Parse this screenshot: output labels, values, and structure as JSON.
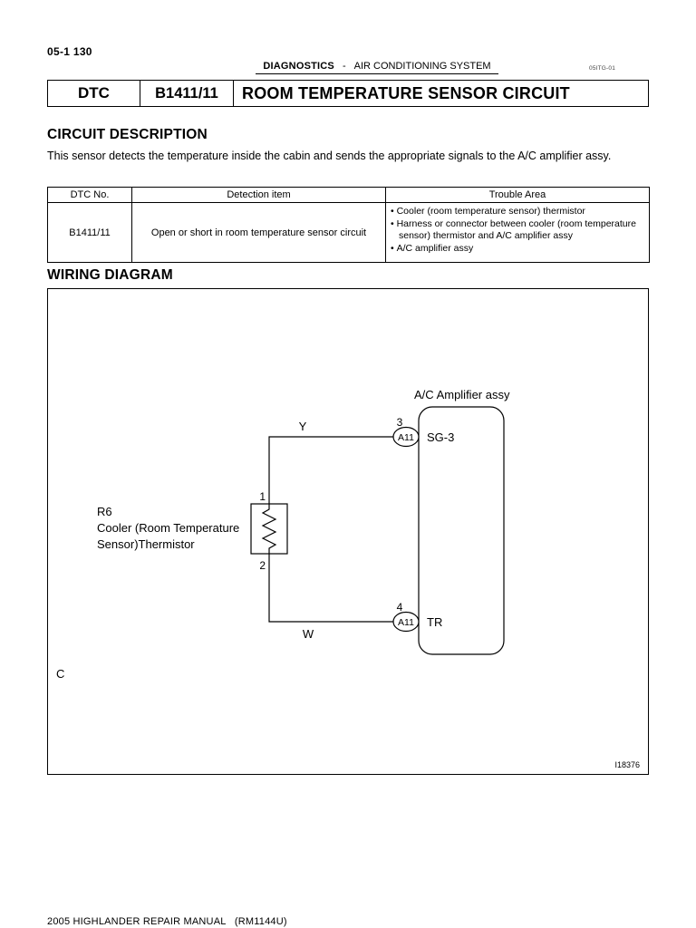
{
  "page": {
    "page_number": "05-1 130",
    "header": {
      "section": "DIAGNOSTICS",
      "separator": "-",
      "subsection": "AIR CONDITIONING SYSTEM",
      "code": "05ITG-01"
    },
    "footer": "2005 HIGHLANDER REPAIR MANUAL   (RM1144U)"
  },
  "dtc_banner": {
    "label": "DTC",
    "code": "B1411/11",
    "title": "ROOM TEMPERATURE SENSOR CIRCUIT"
  },
  "circuit_description": {
    "heading": "CIRCUIT DESCRIPTION",
    "body": "This sensor detects the temperature inside the cabin and sends the appropriate signals to the A/C amplifier assy."
  },
  "dtc_table": {
    "headers": [
      "DTC No.",
      "Detection item",
      "Trouble Area"
    ],
    "row": {
      "dtc_no": "B1411/11",
      "detection_item": "Open or short in room temperature sensor circuit",
      "trouble_area": [
        "Cooler (room temperature sensor) thermistor",
        "Harness or connector between cooler (room temperature sensor) thermistor and A/C amplifier assy",
        "A/C amplifier assy"
      ]
    }
  },
  "wiring_diagram": {
    "heading": "WIRING DIAGRAM",
    "amplifier_label": "A/C Amplifier assy",
    "pins": {
      "top_number": "3",
      "top_connector": "A11",
      "top_name": "SG-3",
      "bottom_number": "4",
      "bottom_connector": "A11",
      "bottom_name": "TR"
    },
    "wires": {
      "top_color": "Y",
      "bottom_color": "W"
    },
    "thermistor": {
      "id": "R6",
      "name_line1": "Cooler (Room Temperature",
      "name_line2": "Sensor)Thermistor",
      "pin_top": "1",
      "pin_bottom": "2"
    },
    "corner_label": "C",
    "figure_id": "I18376"
  }
}
